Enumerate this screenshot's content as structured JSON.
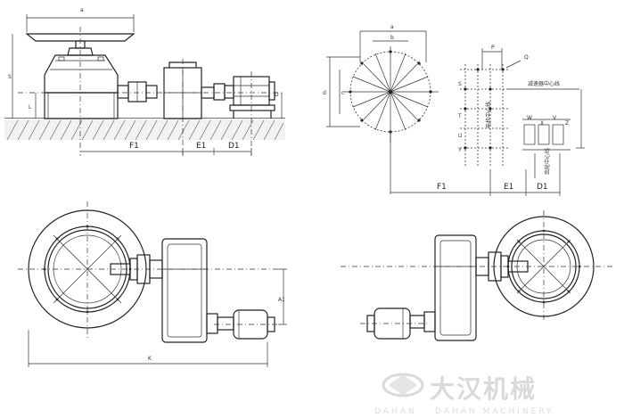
{
  "dimension_labels": {
    "a_top": "a",
    "s_height": "S",
    "l_side": "L",
    "d_side": "D",
    "f1_left": "F1",
    "e1_left": "E1",
    "d1_left": "D1",
    "a_circle": "a",
    "b_circle": "b",
    "d_circle": "d",
    "c_circle": "c",
    "p_label": "P",
    "q_label": "Q",
    "s_right": "S",
    "t_right": "T",
    "u_right": "U",
    "y_right": "Y",
    "w_label": "W",
    "x_label": "X",
    "v_label": "V",
    "z_label": "Z",
    "f1_right": "F1",
    "e1_right": "E1",
    "d1_right": "D1",
    "a1_label": "A1",
    "k_label": "K",
    "center_note_1": "减速器中心线",
    "center_note_2": "电机中心线",
    "center_note_3": "齿轮中心线"
  },
  "watermark": {
    "brand": "大汉机械",
    "brand_sub": "DAHAN",
    "tagline": "DAHAN MACHINERY"
  },
  "colors": {
    "line": "#222222",
    "watermark": "#dadada"
  }
}
